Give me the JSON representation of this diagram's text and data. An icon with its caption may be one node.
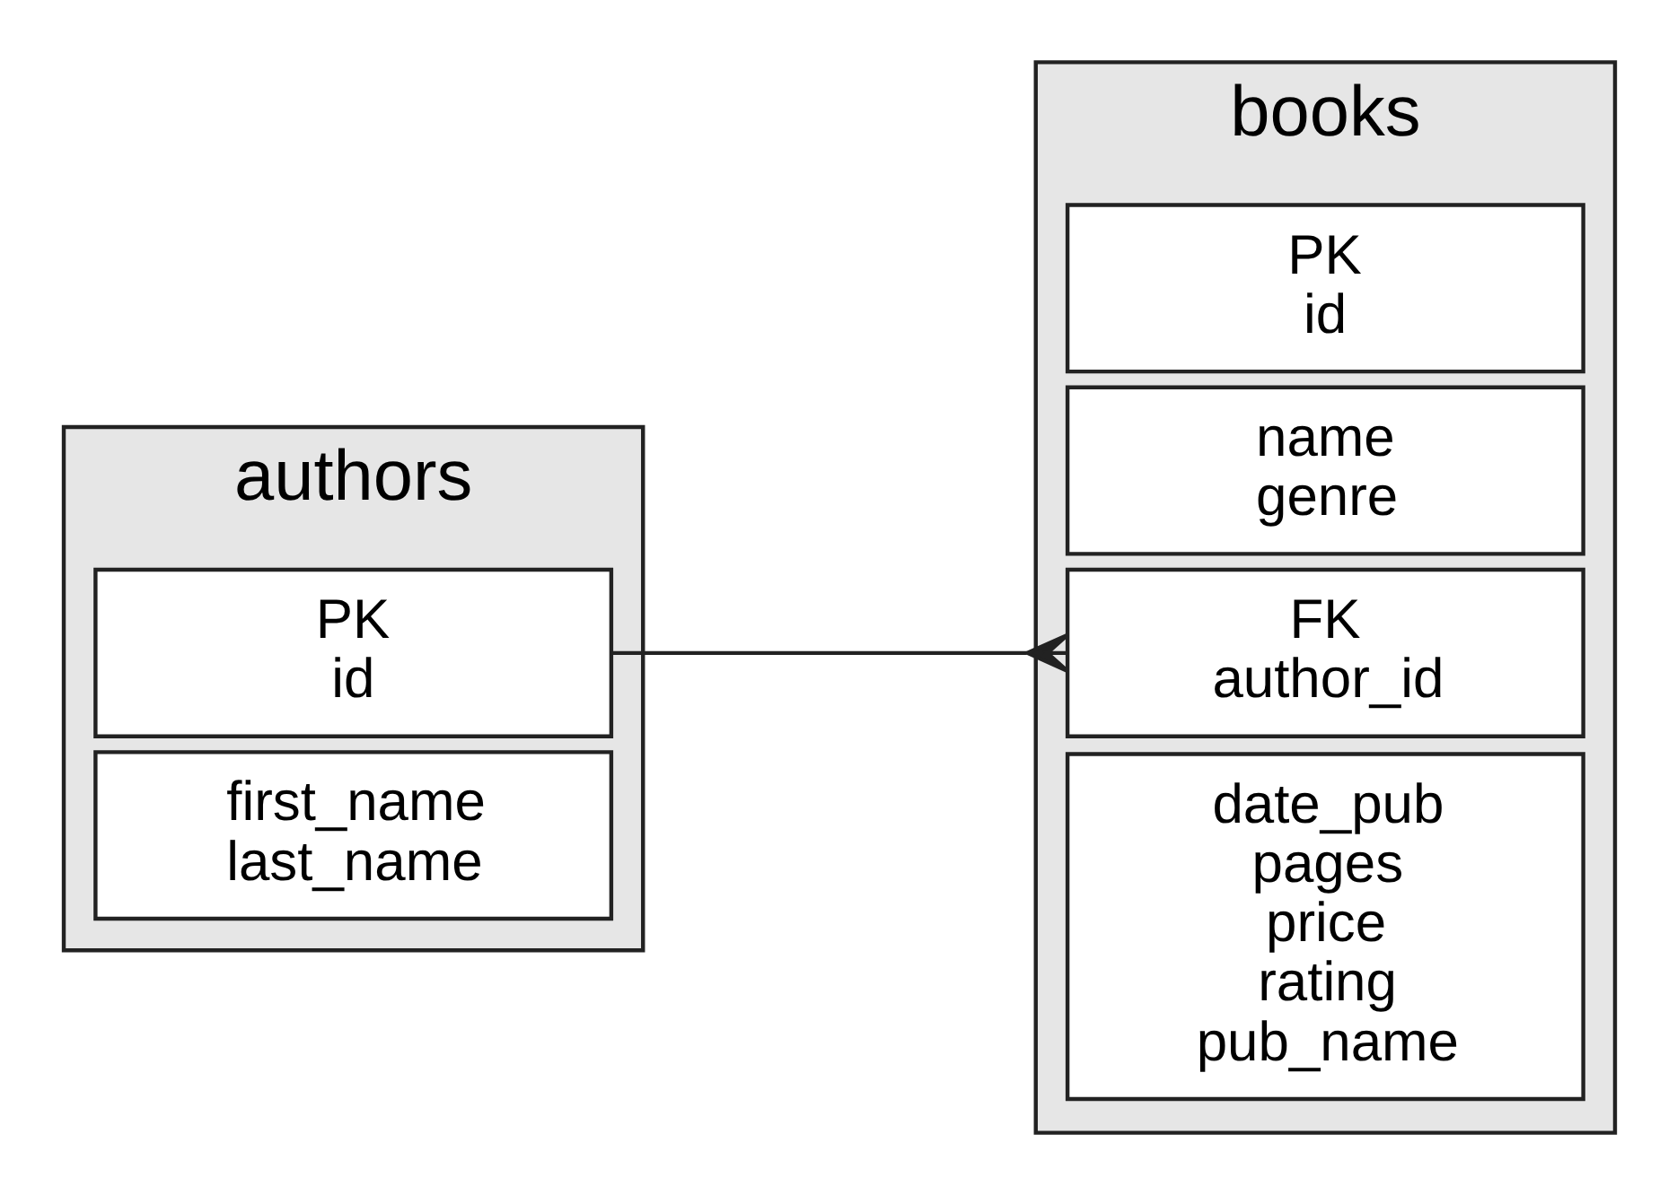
{
  "diagram": {
    "nodes": [
      {
        "text": [
          "authors"
        ]
      },
      {
        "text": [
          "PK",
          "id"
        ],
        "in": 0
      },
      {
        "text": [
          "first_name",
          "last_name"
        ],
        "in": 0
      },
      {
        "text": [
          "books"
        ]
      },
      {
        "text": [
          "PK",
          "id"
        ],
        "in": 3
      },
      {
        "text": [
          "name",
          "genre"
        ],
        "in": 3
      },
      {
        "text": [
          "FK",
          "author_id"
        ],
        "in": 3
      },
      {
        "text": [
          "date_pub",
          "pages",
          "price",
          "rating",
          "pub_name"
        ],
        "in": 3
      }
    ],
    "edges": [
      {
        "from": 1,
        "to": 6,
        "arrow": "other"
      }
    ]
  }
}
